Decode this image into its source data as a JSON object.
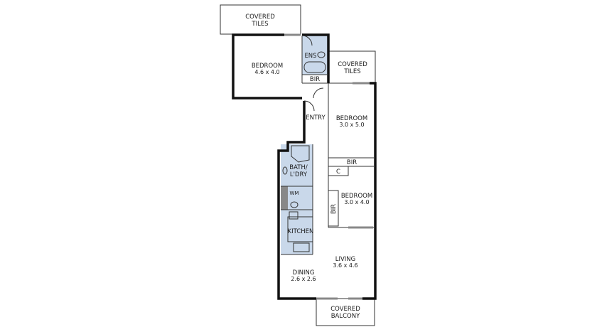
{
  "plan": {
    "wet_area_color": "#c9d8ea",
    "rooms": {
      "covered_tiles_1": {
        "line1": "COVERED",
        "line2": "TILES"
      },
      "bedroom_1": {
        "name": "BEDROOM",
        "size": "4.6 x 4.0"
      },
      "ensuite": {
        "name": "ENS"
      },
      "bir_1": {
        "name": "BIR"
      },
      "covered_tiles_2": {
        "line1": "COVERED",
        "line2": "TILES"
      },
      "entry": {
        "name": "ENTRY"
      },
      "bedroom_2": {
        "name": "BEDROOM",
        "size": "3.0 x 5.0"
      },
      "bir_2": {
        "name": "BIR"
      },
      "cupboard": {
        "name": "C"
      },
      "bath_laundry": {
        "line1": "BATH/",
        "line2": "L'DRY"
      },
      "wm": {
        "name": "WM"
      },
      "bedroom_3": {
        "name": "BEDROOM",
        "size": "3.0 x 4.0"
      },
      "bir_3": {
        "name": "BIR"
      },
      "kitchen": {
        "name": "KITCHEN"
      },
      "living": {
        "name": "LIVING",
        "size": "3.6 x 4.6"
      },
      "dining": {
        "name": "DINING",
        "size": "2.6 x 2.6"
      },
      "covered_balcony": {
        "line1": "COVERED",
        "line2": "BALCONY"
      }
    }
  }
}
